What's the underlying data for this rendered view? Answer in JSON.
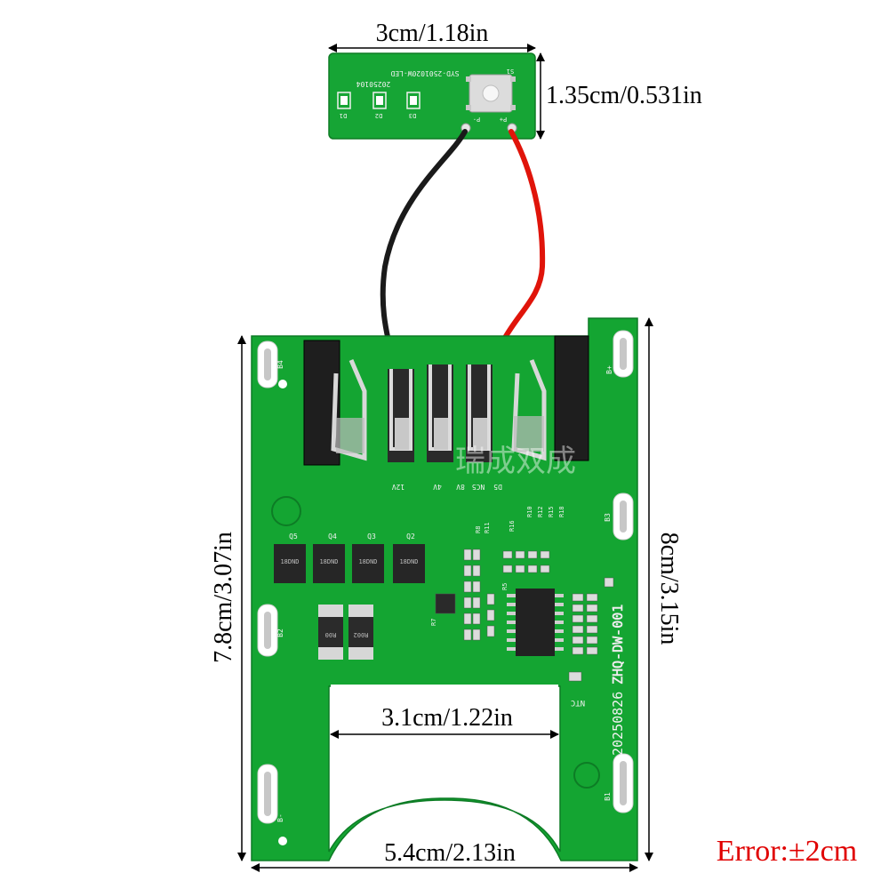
{
  "dimensions": {
    "led_board_width": "3cm/1.18in",
    "led_board_height": "1.35cm/0.531in",
    "main_board_left_height": "7.8cm/3.07in",
    "main_board_right_height": "8cm/3.15in",
    "slot_width": "3.1cm/1.22in",
    "main_board_bottom_width": "5.4cm/2.13in"
  },
  "error_note": "Error:±2cm",
  "watermark": "瑞成双成",
  "led_board": {
    "model_label": "SYD-2501020W-LED",
    "date_label": "20250104",
    "led_labels": [
      "D1",
      "D2",
      "D3"
    ],
    "switch_label": "S1",
    "pad_labels": [
      "P-",
      "P+"
    ]
  },
  "main_board": {
    "model_label": "ZHQ-DW-001",
    "date_label": "20250826",
    "terminal_labels": [
      "12V",
      "4V",
      "8V",
      "NC5",
      "D5"
    ],
    "pad_labels": [
      "B4",
      "B+",
      "B3",
      "B2",
      "B1",
      "B-"
    ],
    "mosfet_labels": [
      "Q5",
      "Q4",
      "Q3",
      "Q2"
    ],
    "mosfet_marking": "18DND",
    "resistor_markings": [
      "R00",
      "R002"
    ],
    "ntc_label": "NTC",
    "resistor_labels": [
      "R10",
      "R12",
      "R15",
      "R16",
      "R18",
      "R8",
      "R11",
      "R5",
      "R7"
    ]
  },
  "colors": {
    "pcb_green": "#14a532",
    "pcb_dark": "#0d8a28",
    "wire_black": "#1a1a1a",
    "wire_red": "#e0140a",
    "error_red": "#e00000"
  }
}
